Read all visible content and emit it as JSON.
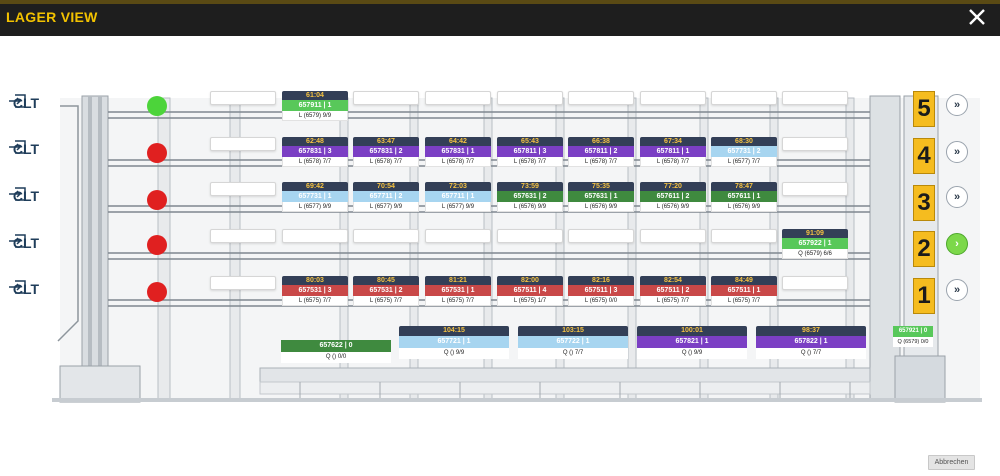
{
  "window": {
    "title": "LAGER VIEW"
  },
  "colors": {
    "purple": "#7b3fc4",
    "red": "#c94848",
    "green_dark": "#3f8a3f",
    "green_light": "#58c85a",
    "blue_light": "#a7d5f0",
    "header": "#333f57",
    "time_text": "#f5c242",
    "light_red": "#e02020",
    "light_green": "#4cd43a"
  },
  "clt_labels": [
    "CLT",
    "CLT",
    "CLT",
    "CLT",
    "CLT"
  ],
  "lights": [
    "green",
    "red",
    "red",
    "red",
    "red"
  ],
  "rows": [
    {
      "level": "5",
      "arrow": "»",
      "active": false,
      "slots": [
        null,
        {
          "time": "61:04",
          "id": "657911 | 1",
          "sub": "L (6579) 9/9",
          "color": "green_light"
        },
        null,
        null,
        null,
        null,
        null,
        null,
        null
      ]
    },
    {
      "level": "4",
      "arrow": "»",
      "active": false,
      "slots": [
        null,
        {
          "time": "62:48",
          "id": "657831 | 3",
          "sub": "L (6578) 7/7",
          "color": "purple"
        },
        {
          "time": "63:47",
          "id": "657831 | 2",
          "sub": "L (6578) 7/7",
          "color": "purple"
        },
        {
          "time": "64:42",
          "id": "657831 | 1",
          "sub": "L (6578) 7/7",
          "color": "purple"
        },
        {
          "time": "65:43",
          "id": "657811 | 3",
          "sub": "L (6578) 7/7",
          "color": "purple"
        },
        {
          "time": "66:38",
          "id": "657811 | 2",
          "sub": "L (6578) 7/7",
          "color": "purple"
        },
        {
          "time": "67:34",
          "id": "657811 | 1",
          "sub": "L (6578) 7/7",
          "color": "purple"
        },
        {
          "time": "68:30",
          "id": "657731 | 2",
          "sub": "L (6577) 7/7",
          "color": "blue_light"
        },
        null
      ]
    },
    {
      "level": "3",
      "arrow": "»",
      "active": false,
      "slots": [
        null,
        {
          "time": "69:42",
          "id": "657731 | 1",
          "sub": "L (6577) 9/9",
          "color": "blue_light"
        },
        {
          "time": "70:54",
          "id": "657711 | 2",
          "sub": "L (6577) 9/9",
          "color": "blue_light"
        },
        {
          "time": "72:03",
          "id": "657711 | 1",
          "sub": "L (6577) 9/9",
          "color": "blue_light"
        },
        {
          "time": "73:59",
          "id": "657631 | 2",
          "sub": "L (6576) 9/9",
          "color": "green_dark"
        },
        {
          "time": "75:35",
          "id": "657631 | 1",
          "sub": "L (6576) 9/9",
          "color": "green_dark"
        },
        {
          "time": "77:20",
          "id": "657611 | 2",
          "sub": "L (6576) 9/9",
          "color": "green_dark"
        },
        {
          "time": "78:47",
          "id": "657611 | 1",
          "sub": "L (6576) 9/9",
          "color": "green_dark"
        },
        null
      ]
    },
    {
      "level": "2",
      "arrow": "›",
      "active": true,
      "slots": [
        null,
        null,
        null,
        null,
        null,
        null,
        null,
        null,
        {
          "time": "91:09",
          "id": "657922 | 1",
          "sub": "Q (6579) 6/6",
          "color": "green_light"
        }
      ]
    },
    {
      "level": "1",
      "arrow": "»",
      "active": false,
      "slots": [
        null,
        {
          "time": "80:03",
          "id": "657531 | 3",
          "sub": "L (6575) 7/7",
          "color": "red"
        },
        {
          "time": "80:45",
          "id": "657531 | 2",
          "sub": "L (6575) 7/7",
          "color": "red"
        },
        {
          "time": "81:21",
          "id": "657531 | 1",
          "sub": "L (6575) 7/7",
          "color": "red"
        },
        {
          "time": "82:00",
          "id": "657511 | 4",
          "sub": "L (6575) 1/7",
          "color": "red"
        },
        {
          "time": "82:16",
          "id": "657511 | 3",
          "sub": "L (6575) 0/0",
          "color": "red"
        },
        {
          "time": "82:54",
          "id": "657511 | 2",
          "sub": "L (6575) 7/7",
          "color": "red"
        },
        {
          "time": "84:49",
          "id": "657511 | 1",
          "sub": "L (6575) 7/7",
          "color": "red"
        },
        null
      ]
    }
  ],
  "bottom_cards": [
    {
      "time": "",
      "id": "657622 | 0",
      "sub": "Q () 0/0",
      "color": "green_dark"
    },
    {
      "time": "104:15",
      "id": "657721 | 1",
      "sub": "Q () 9/9",
      "color": "blue_light"
    },
    {
      "time": "103:15",
      "id": "657722 | 1",
      "sub": "Q () 7/7",
      "color": "blue_light"
    },
    {
      "time": "100:01",
      "id": "657821 | 1",
      "sub": "Q () 9/9",
      "color": "purple"
    },
    {
      "time": "98:37",
      "id": "657822 | 1",
      "sub": "Q () 7/7",
      "color": "purple"
    }
  ],
  "lift_card": {
    "id": "657921 | 0",
    "sub": "Q (6579) 0/0",
    "color": "green_light"
  },
  "buttons": {
    "cancel": "Abbrechen"
  }
}
